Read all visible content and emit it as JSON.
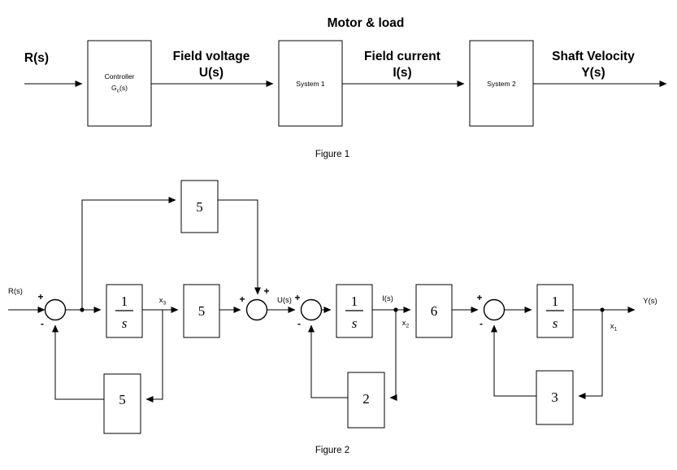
{
  "figure1": {
    "caption": "Figure 1",
    "group_label": "Motor & load",
    "input_label": "R(s)",
    "blocks": [
      {
        "name": "controller",
        "line1": "Controller",
        "line2": "G",
        "sub2": "c",
        "line2b": "(s)"
      },
      {
        "name": "system-1",
        "label": "System 1"
      },
      {
        "name": "system-2",
        "label": "System 2"
      }
    ],
    "signals": [
      {
        "name": "field-voltage",
        "line1": "Field voltage",
        "line2": "U(s)"
      },
      {
        "name": "field-current",
        "line1": "Field current",
        "line2": "I(s)"
      },
      {
        "name": "shaft-velocity",
        "line1": "Shaft Velocity",
        "line2": "Y(s)"
      }
    ]
  },
  "figure2": {
    "caption": "Figure 2",
    "input_label": "R(s)",
    "output_label": "Y(s)",
    "gains": {
      "feedforward_top": "5",
      "integrator_1": {
        "num": "1",
        "den": "s"
      },
      "forward_left": "5",
      "feedback_left": "5",
      "integrator_2": {
        "num": "1",
        "den": "s"
      },
      "feedback_mid": "2",
      "forward_mid": "6",
      "integrator_3": {
        "num": "1",
        "den": "s"
      },
      "feedback_right": "3"
    },
    "state_labels": {
      "x3": "x",
      "x3_sub": "3",
      "x2": "x",
      "x2_sub": "2",
      "x1": "x",
      "x1_sub": "1"
    },
    "node_labels": {
      "u": "U(s)",
      "i": "I(s)"
    },
    "summing_signs": {
      "sum1_plus": "+",
      "sum1_minus": "-",
      "sum2_plus_left": "+",
      "sum2_plus_top": "+",
      "sum3_plus": "+",
      "sum3_minus": "-",
      "sum4_plus": "+",
      "sum4_minus": "-"
    }
  },
  "colors": {
    "line": "#000000",
    "background": "#ffffff",
    "text": "#000000"
  }
}
